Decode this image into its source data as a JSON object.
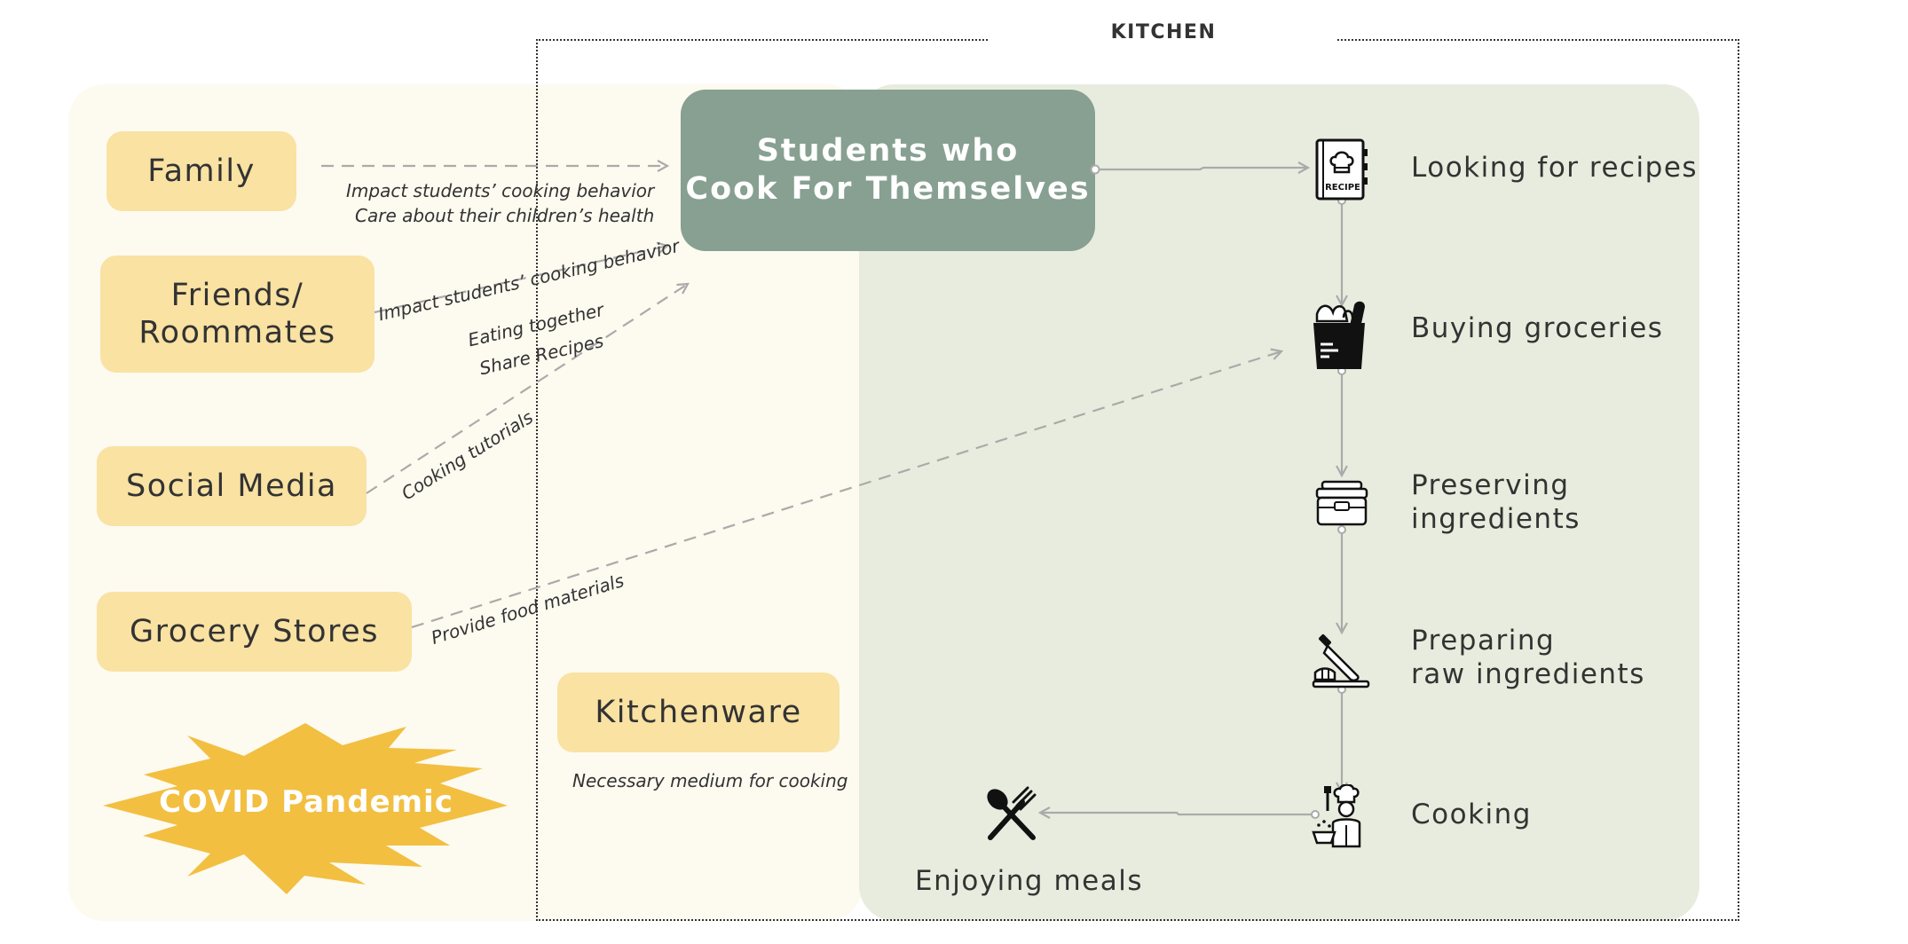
{
  "kitchen_label": "KITCHEN",
  "central_node": "Students who\nCook For Themselves",
  "sources": {
    "family": "Family",
    "friends": "Friends/\nRoommates",
    "social_media": "Social Media",
    "grocery_stores": "Grocery Stores",
    "kitchenware": "Kitchenware",
    "covid": "COVID Pandemic"
  },
  "relations": {
    "family_1": "Impact students’ cooking behavior",
    "family_2": "Care about their children’s health",
    "friends_1": "Impact students’ cooking behavior",
    "friends_2": "Eating together",
    "friends_3": "Share Recipes",
    "social_media": "Cooking tutorials",
    "grocery": "Provide food materials",
    "kitchenware": "Necessary medium for cooking"
  },
  "steps": {
    "recipes": "Looking for recipes",
    "groceries": "Buying groceries",
    "preserving": "Preserving\ningredients",
    "preparing": "Preparing\nraw ingredients",
    "cooking": "Cooking",
    "enjoying": "Enjoying meals"
  },
  "icon_text": {
    "recipe_book": "RECIPE"
  },
  "colors": {
    "left_panel": "#fdfaf0",
    "right_panel": "#e8ecde",
    "source_box": "#f9e2a2",
    "central_node": "#87a091",
    "covid_burst": "#f2bf41",
    "connector": "#aaaaaa"
  }
}
